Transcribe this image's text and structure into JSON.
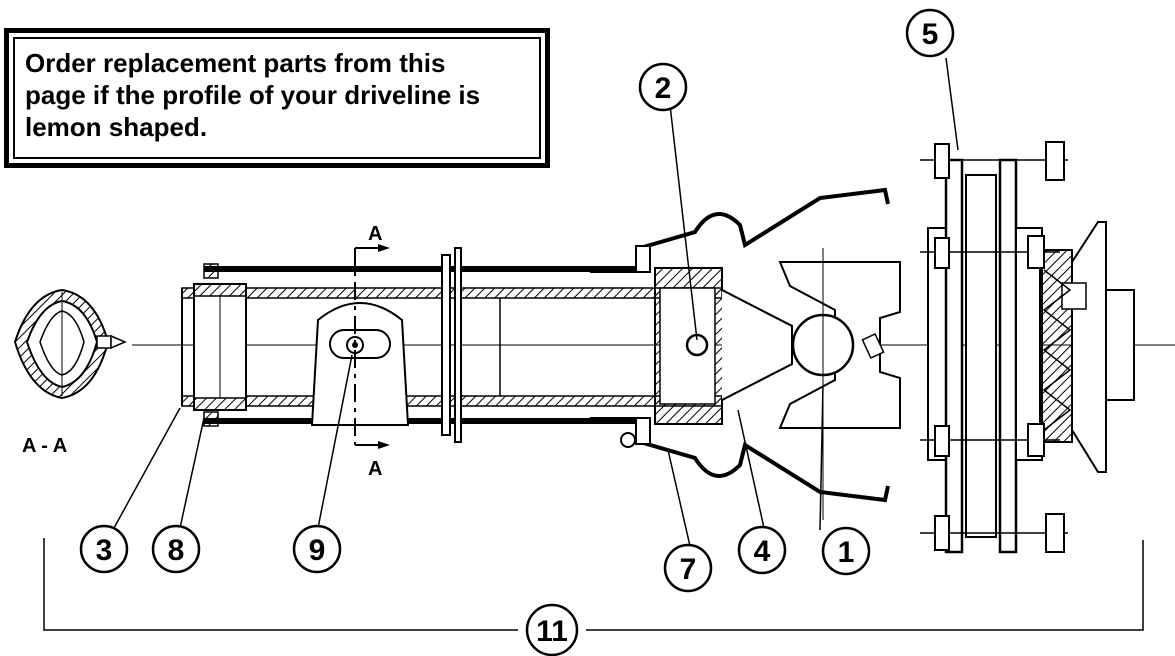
{
  "note": {
    "lines": [
      "Order replacement parts from this",
      "page if the profile of your driveline is",
      "lemon shaped."
    ]
  },
  "section": {
    "label": "A - A",
    "cut_marker": "A"
  },
  "callouts": [
    "1",
    "2",
    "3",
    "4",
    "5",
    "7",
    "8",
    "9",
    "11"
  ]
}
